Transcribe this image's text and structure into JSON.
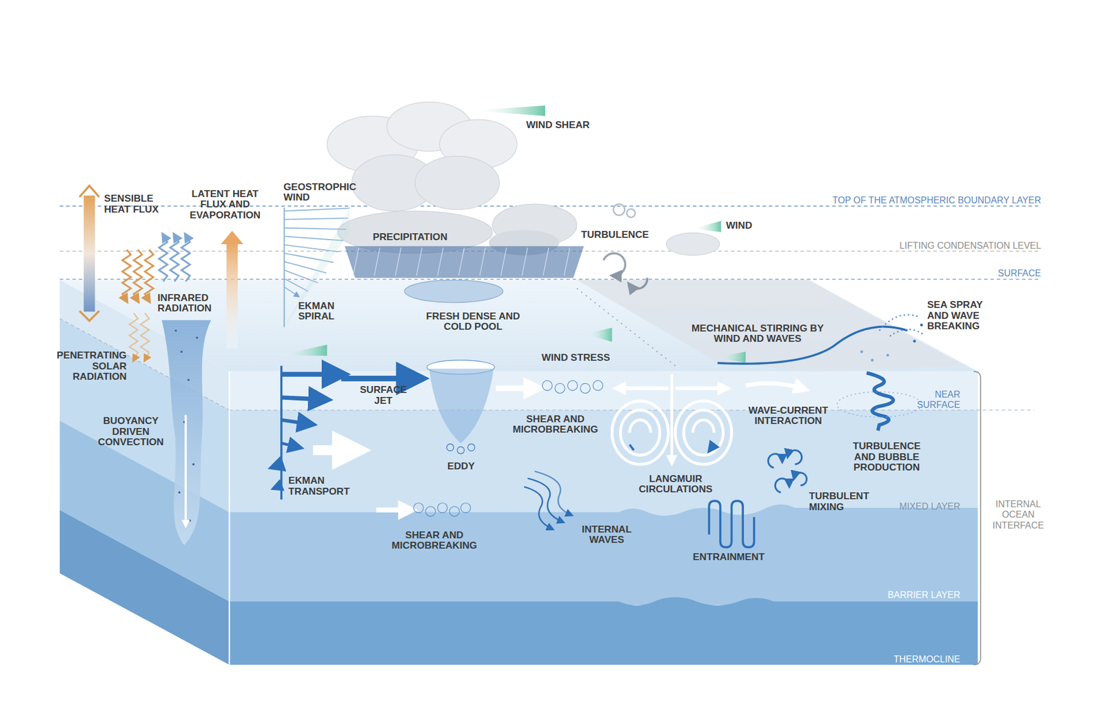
{
  "diagram": {
    "labels": [
      "WIND SHEAR",
      "SENSIBLE HEAT FLUX",
      "LATENT HEAT FLUX AND EVAPORATION",
      "GEOSTROPHIC WIND",
      "TOP OF THE ATMOSPHERIC BOUNDARY LAYER",
      "PRECIPITATION",
      "TURBULENCE",
      "WIND",
      "LIFTING CONDENSATION LEVEL",
      "INFRARED RADIATION",
      "SURFACE",
      "EKMAN SPIRAL",
      "FRESH DENSE AND COLD POOL",
      "SEA SPRAY AND WAVE BREAKING",
      "MECHANICAL STIRRING BY WIND AND WAVES",
      "PENETRATING SOLAR RADIATION",
      "WIND STRESS",
      "SURFACE JET",
      "NEAR SURFACE",
      "SHEAR AND MICROBREAKING",
      "WAVE-CURRENT INTERACTION",
      "BUOYANCY DRIVEN CONVECTION",
      "EDDY",
      "TURBULENCE AND BUBBLE PRODUCTION",
      "LANGMUIR CIRCULATIONS",
      "EKMAN TRANSPORT",
      "TURBULENT MIXING",
      "MIXED LAYER",
      "INTERNAL OCEAN INTERFACE",
      "SHEAR AND MICROBREAKING",
      "INTERNAL WAVES",
      "ENTRAINMENT",
      "BARRIER LAYER",
      "THERMOCLINE"
    ]
  }
}
